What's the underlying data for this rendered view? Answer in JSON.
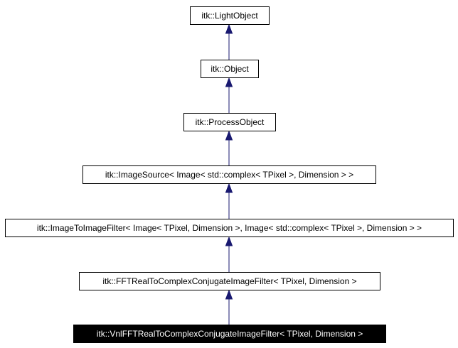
{
  "diagram": {
    "nodes": [
      {
        "id": "light-object",
        "label": "itk::LightObject",
        "highlighted": false
      },
      {
        "id": "object",
        "label": "itk::Object",
        "highlighted": false
      },
      {
        "id": "process-object",
        "label": "itk::ProcessObject",
        "highlighted": false
      },
      {
        "id": "image-source",
        "label": "itk::ImageSource< Image< std::complex< TPixel >, Dimension > >",
        "highlighted": false
      },
      {
        "id": "image-to-image-filter",
        "label": "itk::ImageToImageFilter< Image< TPixel, Dimension >, Image< std::complex< TPixel >, Dimension > >",
        "highlighted": false
      },
      {
        "id": "fft-real-to-complex-conjugate",
        "label": "itk::FFTRealToComplexConjugateImageFilter< TPixel, Dimension >",
        "highlighted": false
      },
      {
        "id": "vnl-fft-real-to-complex-conjugate",
        "label": "itk::VnlFFTRealToComplexConjugateImageFilter< TPixel, Dimension >",
        "highlighted": true
      }
    ],
    "edges": [
      {
        "from": "object",
        "to": "light-object"
      },
      {
        "from": "process-object",
        "to": "object"
      },
      {
        "from": "image-source",
        "to": "process-object"
      },
      {
        "from": "image-to-image-filter",
        "to": "image-source"
      },
      {
        "from": "fft-real-to-complex-conjugate",
        "to": "image-to-image-filter"
      },
      {
        "from": "vnl-fft-real-to-complex-conjugate",
        "to": "fft-real-to-complex-conjugate"
      }
    ],
    "colors": {
      "edge": "#191970",
      "node_border": "#000000",
      "node_fill": "#ffffff",
      "node_text": "#000000",
      "highlight_fill": "#000000",
      "highlight_text": "#ffffff"
    }
  }
}
